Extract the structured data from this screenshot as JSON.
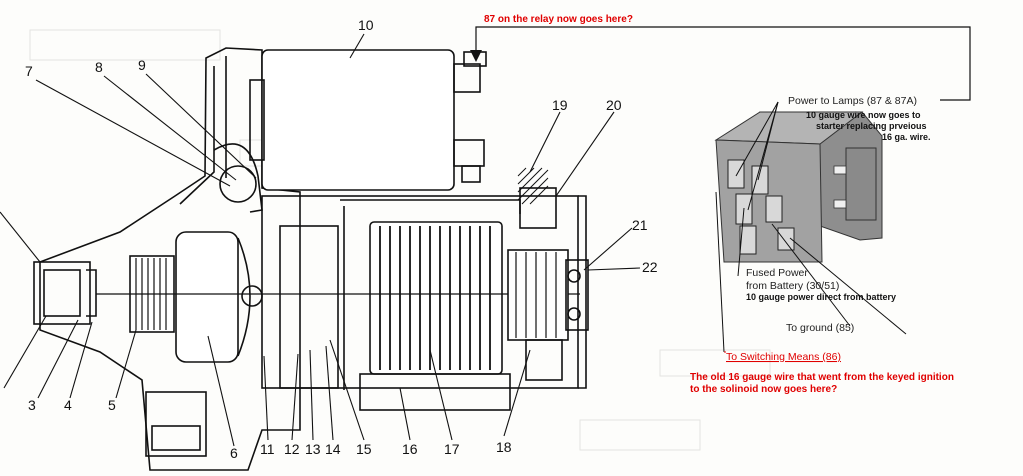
{
  "colors": {
    "line": "#111111",
    "annotation": "#e00000",
    "relay_body": "#9a9a9a"
  },
  "part_numbers": [
    {
      "id": "n3",
      "label": "3"
    },
    {
      "id": "n4",
      "label": "4"
    },
    {
      "id": "n5",
      "label": "5"
    },
    {
      "id": "n6",
      "label": "6"
    },
    {
      "id": "n7",
      "label": "7"
    },
    {
      "id": "n8",
      "label": "8"
    },
    {
      "id": "n9",
      "label": "9"
    },
    {
      "id": "n10",
      "label": "10"
    },
    {
      "id": "n11",
      "label": "11"
    },
    {
      "id": "n12",
      "label": "12"
    },
    {
      "id": "n13",
      "label": "13"
    },
    {
      "id": "n14",
      "label": "14"
    },
    {
      "id": "n15",
      "label": "15"
    },
    {
      "id": "n16",
      "label": "16"
    },
    {
      "id": "n17",
      "label": "17"
    },
    {
      "id": "n18",
      "label": "18"
    },
    {
      "id": "n19",
      "label": "19"
    },
    {
      "id": "n20",
      "label": "20"
    },
    {
      "id": "n21",
      "label": "21"
    },
    {
      "id": "n22",
      "label": "22"
    }
  ],
  "annotations": {
    "relay87_note": "87 on the relay now goes here?",
    "power_to_lamps": "Power to Lamps (87 & 87A)",
    "gauge10_line1": "10 gauge wire now goes to",
    "gauge10_line2": "starter replacing prveious",
    "gauge10_line3": "16 ga. wire.",
    "fused_power_line1": "Fused Power",
    "fused_power_line2": "from Battery (30/51)",
    "power_direct": "10 gauge power direct from battery",
    "to_ground": "To ground (85)",
    "to_switching": "To Switching Means (86)",
    "old16_line1": "The  old  16 gauge wire that went from the keyed ignition",
    "old16_line2": "to the solinoid now goes here?"
  }
}
